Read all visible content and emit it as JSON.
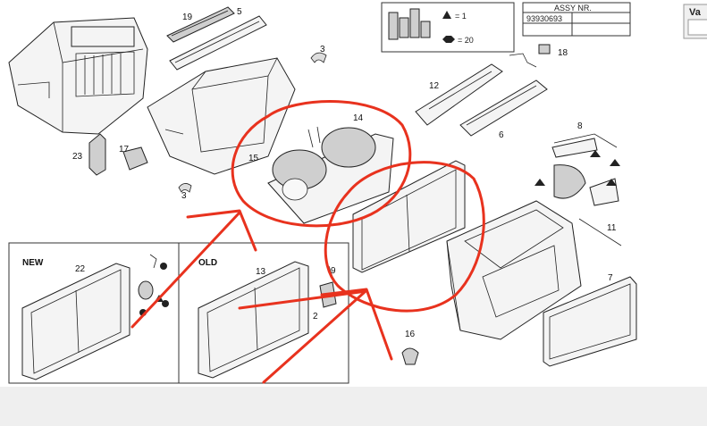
{
  "header": {
    "legend_triangle": "= 1",
    "legend_hexagon": "= 20",
    "assy_label": "ASSY NR.",
    "assy_value": "93930693",
    "side_label": "Va"
  },
  "callouts": {
    "c19": "19",
    "c5": "5",
    "c3a": "3",
    "c18": "18",
    "c12": "12",
    "c14": "14",
    "c6": "6",
    "c8": "8",
    "c23": "23",
    "c17": "17",
    "c15": "15",
    "c3b": "3",
    "c11": "11",
    "c7": "7",
    "c16": "16",
    "c22": "22",
    "c13": "13",
    "c9": "9",
    "c2": "2"
  },
  "inset_new": {
    "title": "NEW"
  },
  "inset_old": {
    "title": "OLD"
  },
  "colors": {
    "annotation": "#e8321e",
    "line": "#222222"
  }
}
